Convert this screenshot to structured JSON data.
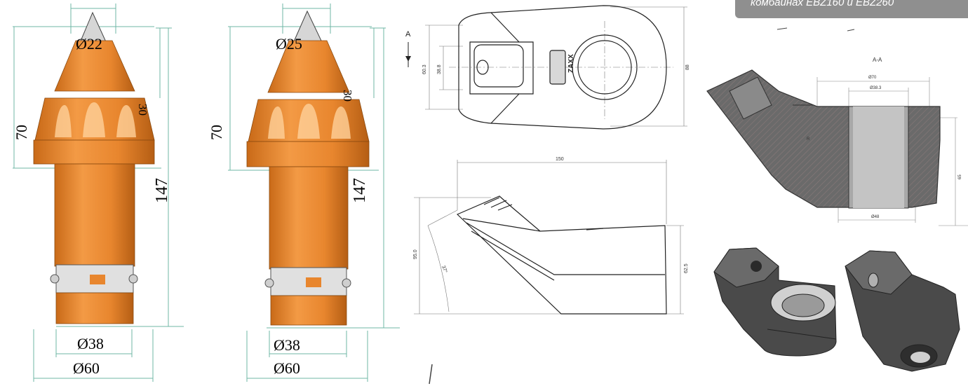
{
  "banner": {
    "line1": "",
    "line2": "комбайнах EBZ160 и EBZ260"
  },
  "pick_left": {
    "tip_diameter": "Ø22",
    "cone_angle": "30",
    "head_height": "70",
    "total_length": "147",
    "shank_diameter": "Ø38",
    "collar_diameter": "Ø60"
  },
  "pick_right": {
    "tip_diameter": "Ø25",
    "cone_angle": "30",
    "head_height": "70",
    "total_length": "147",
    "shank_diameter": "Ø38",
    "collar_diameter": "Ø60"
  },
  "holder_top": {
    "section_marker": "A",
    "dim_outer": "60.3",
    "dim_inner": "38.8",
    "dim_height": "88",
    "logo": "ZAXX"
  },
  "holder_side": {
    "length": "150",
    "height_left": "95.0",
    "height_right": "62.5",
    "angle": "37°"
  },
  "section": {
    "title": "A-A",
    "dim_top": "Ø70",
    "dim_inner": "Ø38.3",
    "dim_bottom": "Ø48",
    "dim_side": "65",
    "radius": "R"
  },
  "colors": {
    "pick_orange": "#e8862e",
    "pick_dark": "#b55e14",
    "holder_gray": "#5b5b5b",
    "dim_line": "#6fb7a6"
  }
}
